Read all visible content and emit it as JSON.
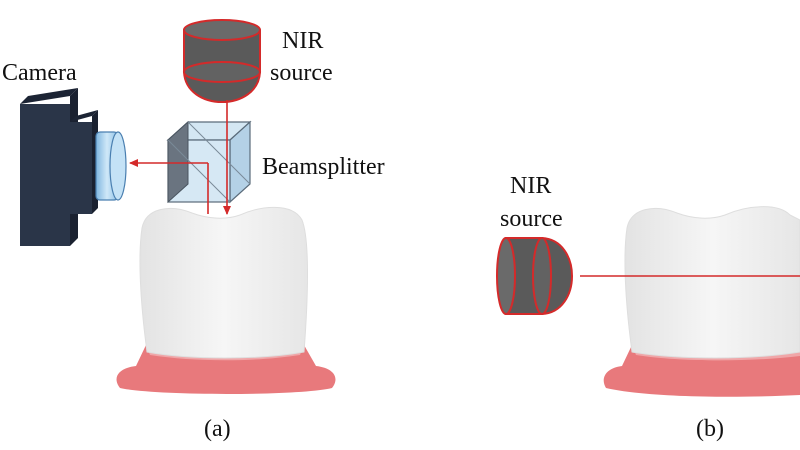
{
  "panels": {
    "a": {
      "caption": "(a)",
      "camera_label": "Camera",
      "source_label_line1": "NIR",
      "source_label_line2": "source",
      "splitter_label": "Beamsplitter"
    },
    "b": {
      "caption": "(b)",
      "source_label_line1": "NIR",
      "source_label_line2": "source"
    }
  },
  "colors": {
    "beam": "#d42a2a",
    "source_body": "#5a5a5a",
    "source_outline": "#d42a2a",
    "camera_body": "#2a3548",
    "lens": "#a9d3f0",
    "tooth": "#eeeeee",
    "tooth_outline": "#d8d8d8",
    "gum": "#e8797c",
    "gum_light": "#f0a6a8",
    "splitter": "#b8d6ea"
  }
}
